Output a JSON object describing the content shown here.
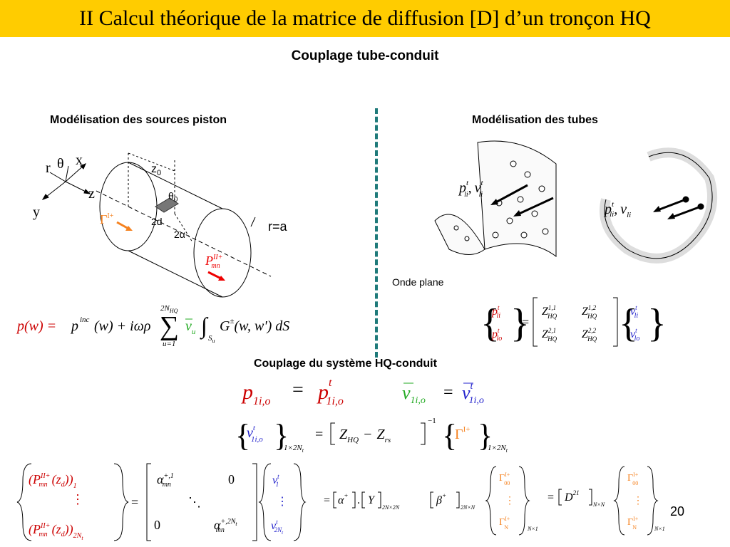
{
  "slide": {
    "title": "II  Calcul théorique de la matrice de diffusion [D] d’un tronçon HQ",
    "subtitle": "Couplage tube-conduit",
    "page_number": "20"
  },
  "left_section": {
    "label": "Modélisation des sources piston",
    "axes": {
      "r": "r",
      "theta": "θ",
      "x": "x",
      "z": "z",
      "y": "y"
    },
    "cylinder": {
      "z0": "z",
      "z0_sub": "0",
      "theta0": "θ",
      "theta0_sub": "0",
      "width_2d": "2d",
      "angle_2alpha": "2α",
      "radius": "r=a",
      "gamma_label": "Γ",
      "gamma_sup": "I+",
      "p_label": "P",
      "p_sup": "II+",
      "p_sub": "mn"
    },
    "equation": {
      "lhs": "p(w) =",
      "p": "p",
      "inc": "inc",
      "w": "(w) + iωρ",
      "sum_top": "2N",
      "sum_top_sub": "HQ",
      "sum_bottom": "u=1",
      "v": "v",
      "v_sub": "u",
      "integral_sub": "S",
      "integral_sub2": "u",
      "g": "G",
      "g_sup": "±",
      "g_args": "(w, w') dS"
    }
  },
  "right_section": {
    "label": "Modélisation des tubes",
    "plane_wave": "Onde plane",
    "tube1": {
      "p": "p",
      "sup": "t",
      "sub": "li",
      "sep": ",",
      "v": "v"
    },
    "tube2": {
      "p": "p",
      "sup": "t",
      "sub": "li",
      "sep": ",",
      "v": "v"
    },
    "matrix": {
      "p_li": "p",
      "p_li_sub": "li",
      "p_lo": "p",
      "p_lo_sub": "lo",
      "sup_t": "t",
      "z": "Z",
      "z_sub": "HQ",
      "z11": "1,1",
      "z12": "1,2",
      "z21": "2,1",
      "z22": "2,2",
      "v_li": "v",
      "v_li_sub": "li",
      "v_lo": "v",
      "v_lo_sub": "lo",
      "eq": "="
    }
  },
  "coupling_section": {
    "label": "Couplage du système HQ-conduit",
    "eq1_p": "p",
    "eq1_sub": "1i,o",
    "eq1_eq": "=",
    "eq1_pt": "p",
    "eq1_t": "t",
    "eq2_v": "v",
    "eq2_sub": "1i,o",
    "eq2_eq": "=",
    "eq2_vt": "v",
    "eq2_t": "t",
    "eq3_v": "v",
    "eq3_t": "t",
    "eq3_sub": "1i,o",
    "eq3_dim": "1×2N",
    "eq3_dim_sub": "t",
    "eq3_eq": "=",
    "eq3_z1": "Z",
    "eq3_z1_sub": "HQ",
    "eq3_minus": "−",
    "eq3_z2": "Z",
    "eq3_z2_sub": "rs",
    "eq3_inv": "−1",
    "eq3_gamma": "Γ",
    "eq3_gamma_sup": "I+"
  },
  "bottom_section": {
    "P": "P",
    "P_sup": "II+",
    "P_sub": "mn",
    "zd1": "(z",
    "zd_sub": "d",
    "zd_close": ")",
    "idx1": "1",
    "idx2": "2N",
    "idx2_sub": "t",
    "vdots": "⋮",
    "eq": "=",
    "alpha": "α",
    "alpha_sup1": "+,1",
    "alpha_sup2": "+,2N",
    "alpha_sup2_sub": "t",
    "alpha_sub": "mn",
    "zero": "0",
    "ddots": "⋱",
    "v": "v",
    "v_sup": "t",
    "v_sub1": "1",
    "v_sub2": "2N",
    "v_sub2_sub": "t",
    "alpha_plus": "α",
    "alpha_plus_sup": "+",
    "dot": ".",
    "Y": "Y",
    "Y_dim": "2N",
    "Y_dim_mid": "×2N",
    "beta": "β",
    "beta_sup": "+",
    "beta_dim": "2N",
    "beta_dim_end": "×N",
    "gamma": "Γ",
    "gamma_sup": "I+",
    "gamma_sub00": "00",
    "gamma_subN": "N",
    "Nx1": "N×1",
    "D": "D",
    "D_sup": "21",
    "D_dim": "N×N"
  }
}
